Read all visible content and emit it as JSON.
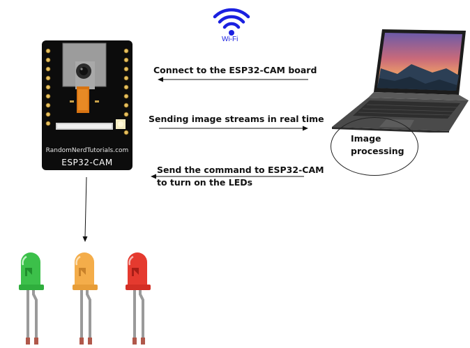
{
  "wifi": {
    "label": "Wi-Fi"
  },
  "board": {
    "website": "RandomNerdTutorials.com",
    "name": "ESP32-CAM"
  },
  "messages": {
    "connect": "Connect to the ESP32-CAM board",
    "streaming": "Sending image streams in real time",
    "command_line1": "Send the command to ESP32-CAM",
    "command_line2": "to turn on the LEDs"
  },
  "laptop": {
    "processing_line1": "Image",
    "processing_line2": "processing"
  },
  "leds": [
    {
      "color_name": "green",
      "body": "#3cc04a",
      "dark": "#1f8f2c"
    },
    {
      "color_name": "orange",
      "body": "#f4ad4a",
      "dark": "#c9822a"
    },
    {
      "color_name": "red",
      "body": "#e53a2f",
      "dark": "#a81e17"
    }
  ]
}
